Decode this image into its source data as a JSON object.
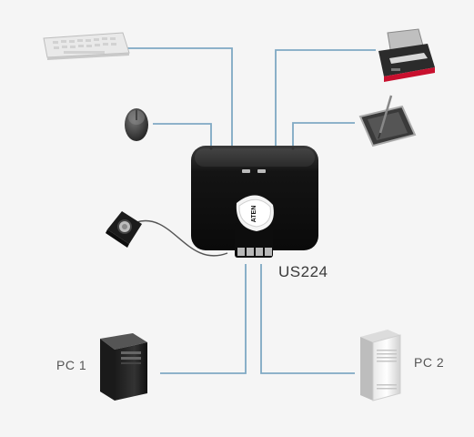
{
  "diagram": {
    "device_label": "US224",
    "brand_logo_text": "ATEN",
    "pc1_label": "PC 1",
    "pc2_label": "PC 2",
    "line_color": "#7fa9c4",
    "device_color": "#141414",
    "cable_color": "#555555"
  }
}
